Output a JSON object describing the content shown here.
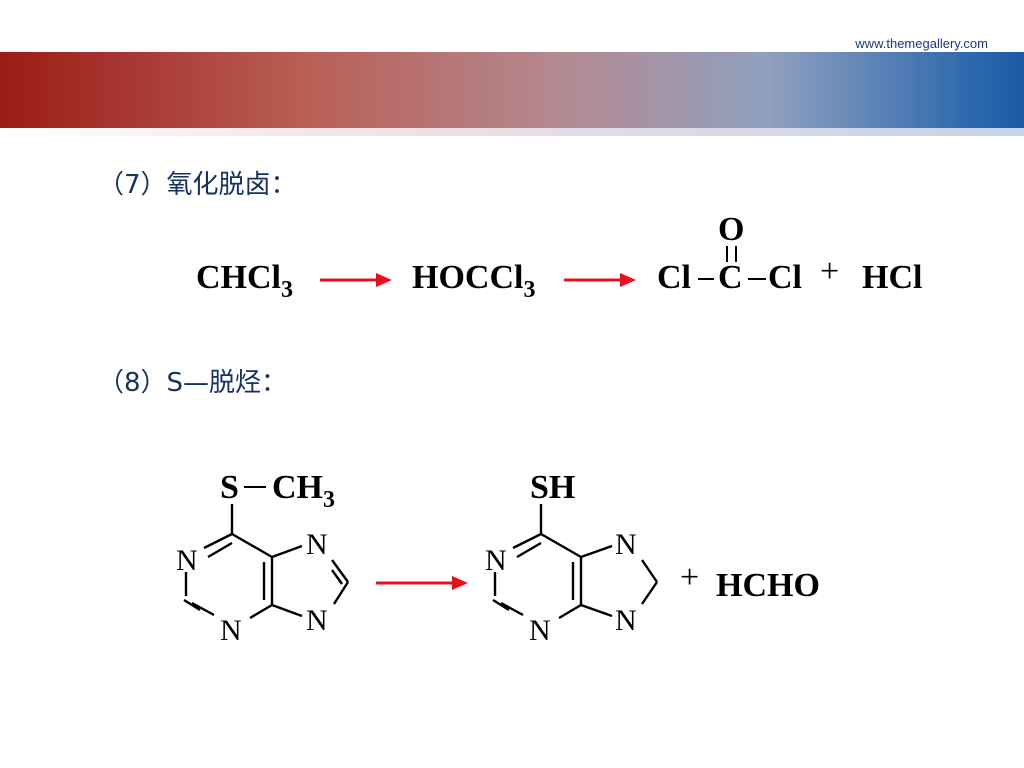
{
  "header": {
    "url": "www.themegallery.com",
    "banner_colors": [
      "#9b1b17",
      "#b38a92",
      "#1c5aa8"
    ]
  },
  "section7": {
    "heading": "（7）氧化脱卤：",
    "reactant": {
      "main": "CHCl",
      "sub": "3"
    },
    "intermediate": {
      "main": "HOCCl",
      "sub": "3"
    },
    "product": {
      "oxygen": "O",
      "left_cl": "Cl",
      "carbon": "C",
      "right_cl": "Cl"
    },
    "plus": "+",
    "byproduct": "HCl"
  },
  "section8": {
    "heading": "（8）S—脱烃：",
    "reactant": {
      "s": "S",
      "ch": "CH",
      "sub": "3",
      "n_atom": "N"
    },
    "product": {
      "sh": "SH",
      "n_atom": "N"
    },
    "plus": "+",
    "byproduct": "HCHO"
  },
  "colors": {
    "arrow": "#e8101a",
    "heading": "#16325f"
  }
}
